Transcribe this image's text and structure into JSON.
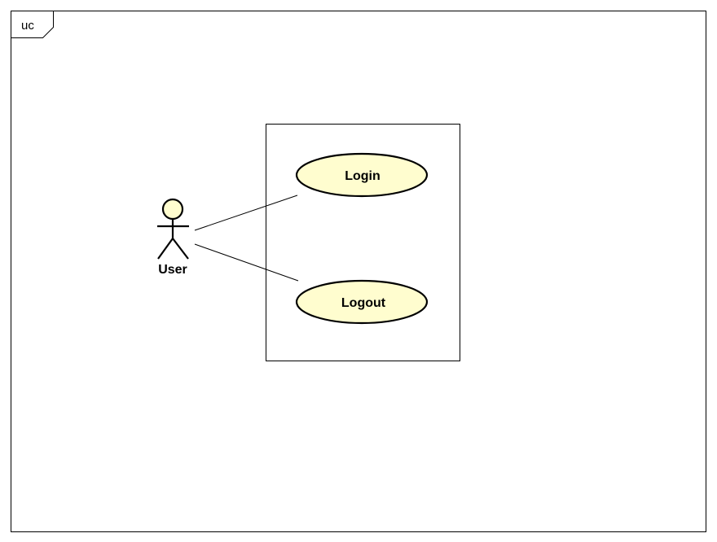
{
  "frame": {
    "label": "uc"
  },
  "actor": {
    "name": "User"
  },
  "system_boundary": {
    "label": ""
  },
  "use_cases": [
    {
      "label": "Login"
    },
    {
      "label": "Logout"
    }
  ],
  "colors": {
    "use_case_fill": "#fffdcf",
    "actor_head_fill": "#fffdcf",
    "stroke": "#000000",
    "background": "#ffffff"
  }
}
